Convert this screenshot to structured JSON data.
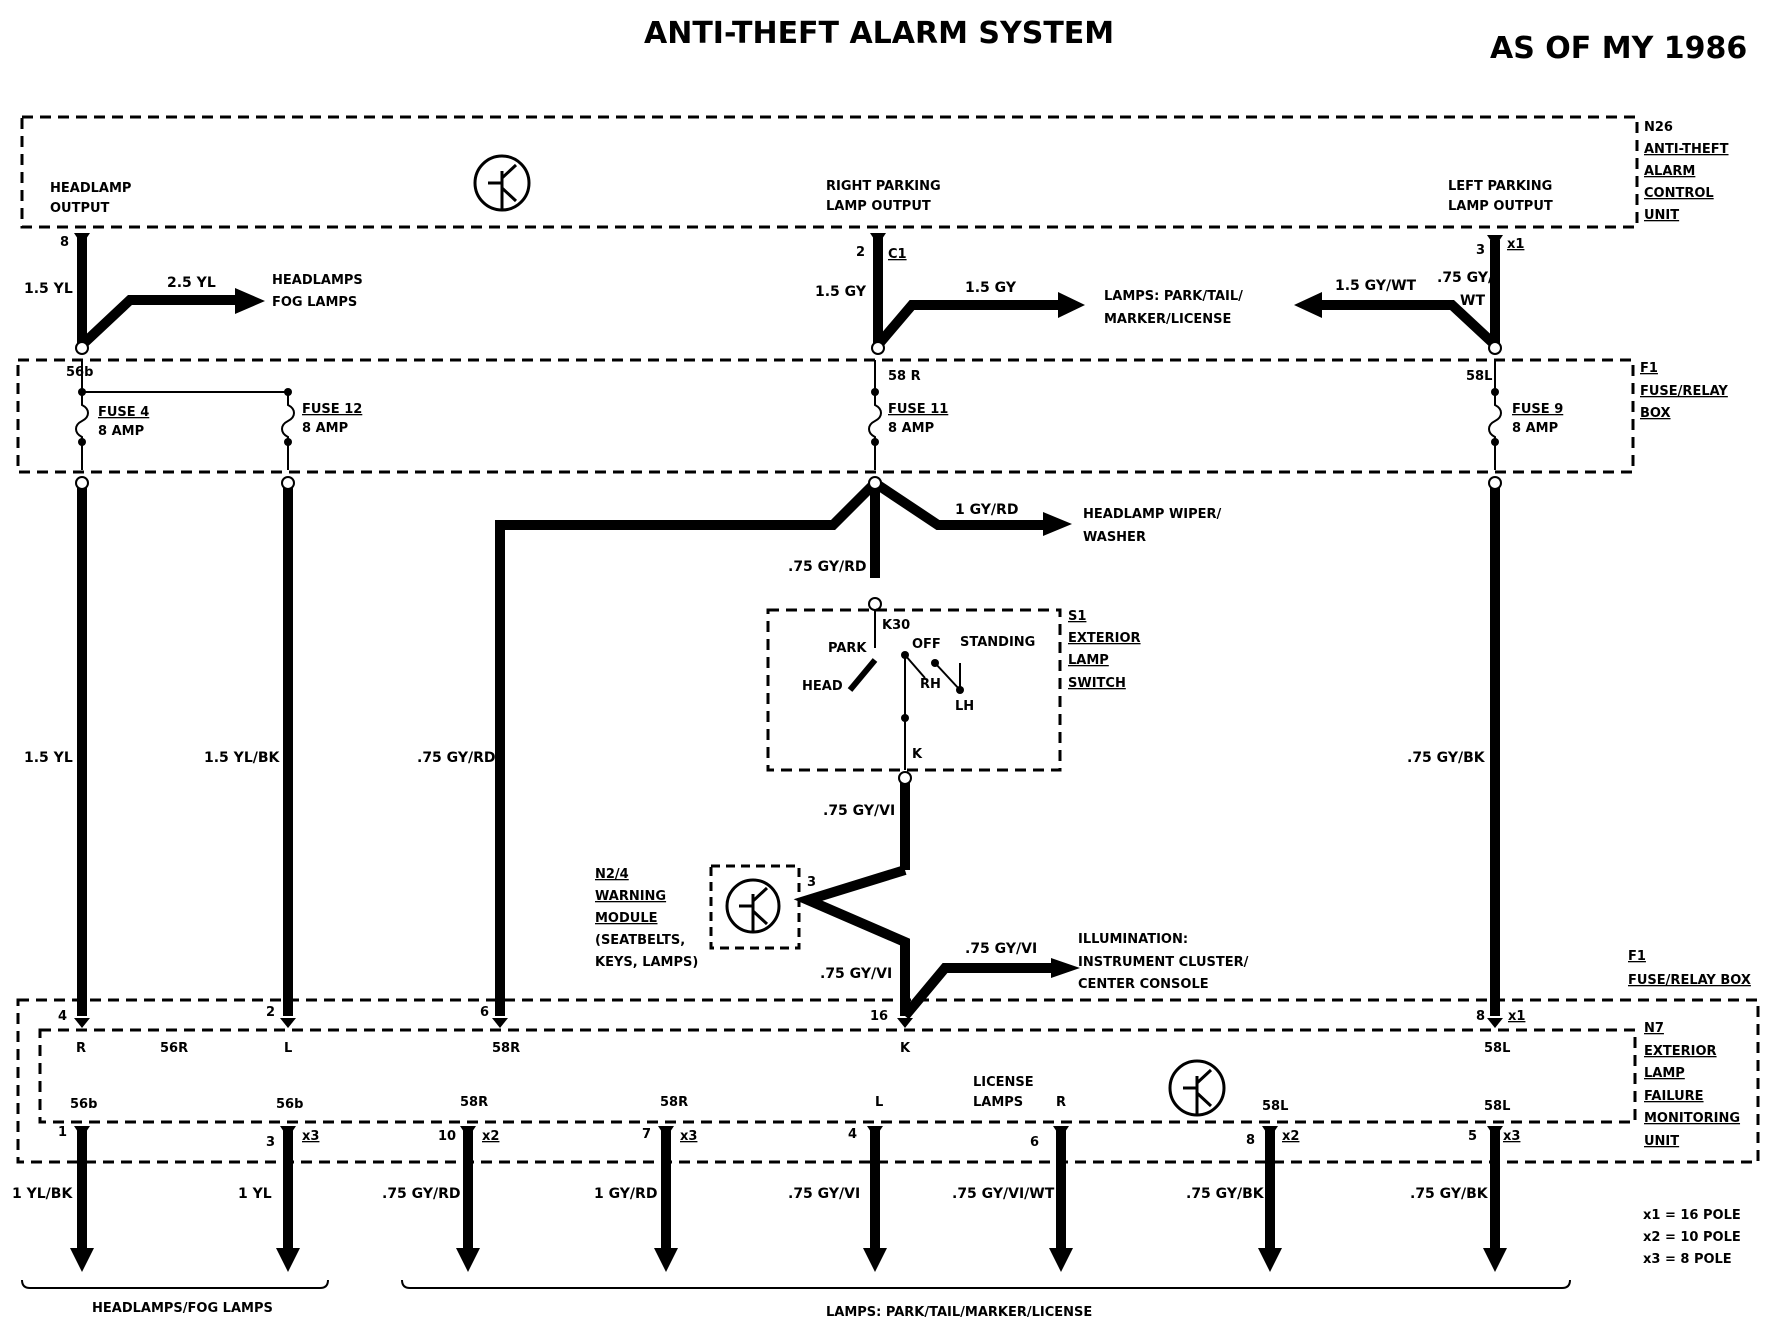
{
  "title": "ANTI-THEFT ALARM SYSTEM",
  "model_year": "AS OF MY 1986",
  "components": {
    "n26": {
      "code": "N26",
      "lines": [
        "ANTI-THEFT",
        "ALARM",
        "CONTROL",
        "UNIT"
      ],
      "outputs": {
        "headlamp": [
          "HEADLAMP",
          "OUTPUT"
        ],
        "right_parking": [
          "RIGHT PARKING",
          "LAMP OUTPUT"
        ],
        "left_parking": [
          "LEFT PARKING",
          "LAMP OUTPUT"
        ]
      }
    },
    "f1_top": {
      "code": "F1",
      "lines": [
        "FUSE/RELAY",
        "BOX"
      ]
    },
    "f1_bottom": {
      "code": "F1",
      "line": "FUSE/RELAY BOX"
    },
    "s1": {
      "code": "S1",
      "lines": [
        "EXTERIOR",
        "LAMP",
        "SWITCH"
      ],
      "positions": {
        "park": "PARK",
        "head": "HEAD",
        "off": "OFF",
        "standing": "STANDING",
        "rh": "RH",
        "lh": "LH",
        "k30": "K30",
        "k": "K"
      }
    },
    "n2_4": {
      "code": "N2/4",
      "lines": [
        "WARNING",
        "MODULE"
      ],
      "notes": [
        "(SEATBELTS,",
        "KEYS, LAMPS)"
      ],
      "pin": "3"
    },
    "n7": {
      "code": "N7",
      "lines": [
        "EXTERIOR",
        "LAMP",
        "FAILURE",
        "MONITORING",
        "UNIT"
      ],
      "license_lamps": [
        "LICENSE",
        "LAMPS"
      ]
    }
  },
  "fuses": [
    {
      "name": "FUSE 4",
      "rating": "8 AMP"
    },
    {
      "name": "FUSE 12",
      "rating": "8 AMP"
    },
    {
      "name": "FUSE 11",
      "rating": "8 AMP"
    },
    {
      "name": "FUSE 9",
      "rating": "8 AMP"
    }
  ],
  "terminals": {
    "n26_pins": [
      "8",
      "2",
      "C1",
      "3",
      "x1"
    ],
    "f1_top": [
      "56b",
      "58 R",
      "58L"
    ],
    "n7_top_pins": [
      "4",
      "2",
      "6",
      "16",
      "8",
      "x1"
    ],
    "n7_top_terms": [
      "R",
      "56R",
      "L",
      "58R",
      "K",
      "58L"
    ],
    "n7_bottom_terms": [
      "56b",
      "56b",
      "58R",
      "58R",
      "L",
      "R",
      "58L",
      "58L"
    ],
    "n7_bottom_pins": [
      {
        "pin": "1",
        "conn": ""
      },
      {
        "pin": "3",
        "conn": "x3"
      },
      {
        "pin": "10",
        "conn": "x2"
      },
      {
        "pin": "7",
        "conn": "x3"
      },
      {
        "pin": "4",
        "conn": ""
      },
      {
        "pin": "6",
        "conn": ""
      },
      {
        "pin": "8",
        "conn": "x2"
      },
      {
        "pin": "5",
        "conn": "x3"
      }
    ]
  },
  "wires": {
    "w_15yl_top": "1.5 YL",
    "w_25yl": "2.5 YL",
    "w_15gy_l": "1.5 GY",
    "w_15gy_r": "1.5 GY",
    "w_15gywt": "1.5 GY/WT",
    "w_75gy": ".75 GY/",
    "w_wt": "WT",
    "w_1gyrd": "1 GY/RD",
    "w_75gyrd_short": ".75 GY/RD",
    "w_15yl_mid": "1.5 YL",
    "w_15ylbk": "1.5 YL/BK",
    "w_75gyrd_mid": ".75 GY/RD",
    "w_75gybk_mid": ".75 GY/BK",
    "w_75gyvi_a": ".75 GY/VI",
    "w_75gyvi_b": ".75 GY/VI",
    "w_75gyvi_c": ".75  GY/VI",
    "bottom": [
      "1 YL/BK",
      "1 YL",
      ".75 GY/RD",
      "1 GY/RD",
      ".75 GY/VI",
      ".75 GY/VI/WT",
      ".75 GY/BK",
      ".75 GY/BK"
    ]
  },
  "destinations": {
    "headlamps": [
      "HEADLAMPS",
      "FOG LAMPS"
    ],
    "lamps": [
      "LAMPS:  PARK/TAIL/",
      "MARKER/LICENSE"
    ],
    "wiper": [
      "HEADLAMP WIPER/",
      "WASHER"
    ],
    "illumination": [
      "ILLUMINATION:",
      "INSTRUMENT CLUSTER/",
      "CENTER CONSOLE"
    ],
    "bottom_left": "HEADLAMPS/FOG LAMPS",
    "bottom_right": "LAMPS: PARK/TAIL/MARKER/LICENSE"
  },
  "legend": [
    "x1 = 16 POLE",
    "x2 = 10 POLE",
    "x3 = 8 POLE"
  ]
}
